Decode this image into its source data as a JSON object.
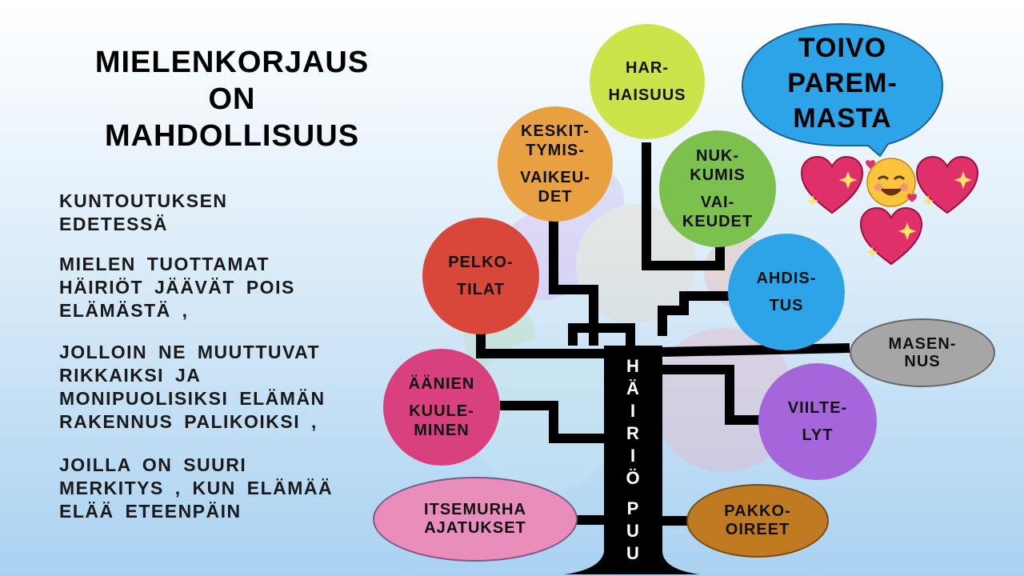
{
  "title": {
    "line1": "MIELENKORJAUS",
    "line2": "ON",
    "line3": "MAHDOLLISUUS"
  },
  "paragraphs": {
    "p1": [
      "KUNTOUTUKSEN",
      "EDETESSÄ"
    ],
    "p2": [
      "MIELEN  TUOTTAMAT",
      "HÄIRIÖT  JÄÄVÄT  POIS",
      "ELÄMÄSTÄ ,"
    ],
    "p3": [
      "JOLLOIN  NE  MUUTTUVAT",
      "RIKKAIKSI  JA",
      "MONIPUOLISIKSI  ELÄMÄN",
      "RAKENNUS  PALIKOIKSI  ,"
    ],
    "p4": [
      "JOILLA  ON  SUURI",
      "MERKITYS , KUN  ELÄMÄÄ",
      "ELÄÄ  ETEENPÄIN"
    ]
  },
  "tree": {
    "trunk_word1": [
      "H",
      "Ä",
      "I",
      "R",
      "I",
      "Ö"
    ],
    "trunk_word2": [
      "P",
      "U",
      "U"
    ]
  },
  "nodes": {
    "harhaisuus": {
      "l1": "HAR-",
      "l2": "HAISUUS",
      "color": "#cde34a"
    },
    "keskittymis": {
      "l1": "KESKIT-",
      "l2": "TYMIS-",
      "l3": "VAIKEU-",
      "l4": "DET",
      "color": "#e8a040"
    },
    "nukkumis": {
      "l1": "NUK-",
      "l2": "KUMIS",
      "l3": "VAI-",
      "l4": "KEUDET",
      "color": "#7cc04e"
    },
    "pelkotilat": {
      "l1": "PELKO-",
      "l2": "TILAT",
      "color": "#d9463a"
    },
    "ahdistus": {
      "l1": "AHDIS-",
      "l2": "TUS",
      "color": "#2ea4e8"
    },
    "masennus": {
      "l1": "MASEN-",
      "l2": "NUS",
      "color": "#a6a6a6"
    },
    "aanien": {
      "l1": "ÄÄNIEN",
      "l2": "KUULE-",
      "l3": "MINEN",
      "color": "#d8417e"
    },
    "viiltely": {
      "l1": "VIILTE-",
      "l2": "LYT",
      "color": "#a566dc"
    },
    "itsemurha": {
      "l1": "ITSEMURHA",
      "l2": "AJATUKSET",
      "color": "#e98dba"
    },
    "pakko": {
      "l1": "PAKKO-",
      "l2": "OIREET",
      "color": "#c07a22"
    }
  },
  "speech_bubble": {
    "l1": "TOIVO",
    "l2": "PAREM-",
    "l3": "MASTA",
    "color": "#2ea4e8"
  },
  "emoji": {
    "heart1": "💖",
    "smile": "🥰",
    "heart2": "💖",
    "heart3": "💖"
  }
}
